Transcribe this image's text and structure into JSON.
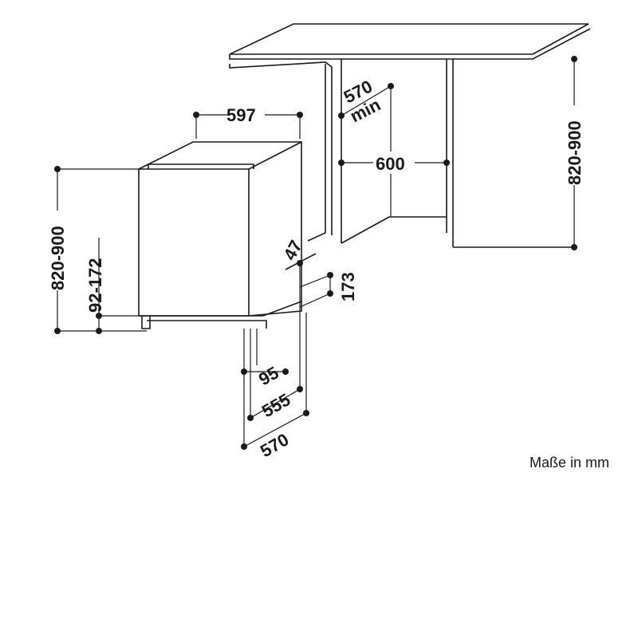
{
  "dimensions": {
    "width_top": "597",
    "depth_min": "570",
    "depth_min_suffix": "min",
    "niche_width": "600",
    "height_left": "820-900",
    "height_right": "820-900",
    "plinth_height": "92-172",
    "door_gap": "47",
    "foot_height": "173",
    "foot_depth": "95",
    "body_depth": "555",
    "total_depth": "570"
  },
  "note": "Maße in mm"
}
